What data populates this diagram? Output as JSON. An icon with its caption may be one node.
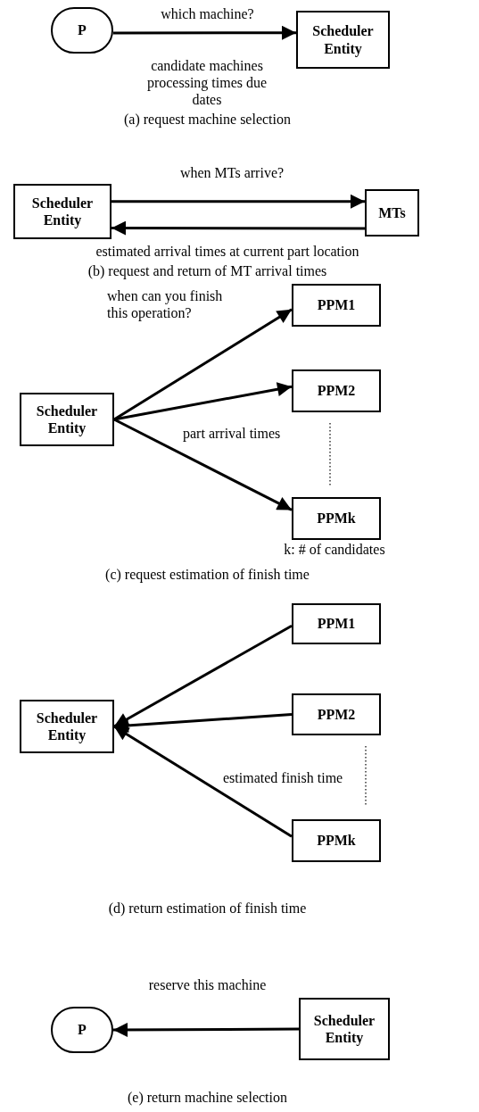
{
  "diagram": {
    "nodes": [
      {
        "text": [
          "P"
        ]
      },
      {
        "text": [
          "Scheduler Entity"
        ]
      },
      {
        "text": [
          "Scheduler Entity"
        ]
      },
      {
        "text": [
          "MTs"
        ]
      },
      {
        "text": [
          "Scheduler Entity"
        ]
      },
      {
        "text": [
          "PPM1"
        ]
      },
      {
        "text": [
          "PPM2"
        ]
      },
      {
        "text": [
          "PPMk"
        ]
      },
      {
        "text": [
          "Scheduler Entity"
        ]
      },
      {
        "text": [
          "PPM1"
        ]
      },
      {
        "text": [
          "PPM2"
        ]
      },
      {
        "text": [
          "PPMk"
        ]
      },
      {
        "text": [
          "P"
        ]
      },
      {
        "text": [
          "Scheduler Entity"
        ]
      }
    ],
    "edges": [
      {
        "from": 0,
        "to": 1,
        "arrow": "to",
        "label": "which machine?"
      },
      {
        "from": 2,
        "to": 3,
        "arrow": "to",
        "label": "when MTs arrive?"
      },
      {
        "from": 3,
        "to": 2,
        "arrow": "to"
      },
      {
        "from": 4,
        "to": 5,
        "arrow": "to"
      },
      {
        "from": 4,
        "to": 6,
        "arrow": "to"
      },
      {
        "from": 4,
        "to": 7,
        "arrow": "to"
      },
      {
        "from": 9,
        "to": 8,
        "arrow": "to"
      },
      {
        "from": 10,
        "to": 8,
        "arrow": "to"
      },
      {
        "from": 11,
        "to": 8,
        "arrow": "to"
      },
      {
        "from": 13,
        "to": 12,
        "arrow": "to",
        "label": "reserve this machine"
      }
    ],
    "labels": [
      "candidate machines processing times due dates",
      "(a) request machine selection",
      "estimated arrival times at current part location",
      "(b) request and return of MT arrival times",
      "when can you finish this operation?",
      "part arrival times",
      "k: # of candidates",
      "(c) request estimation of finish time",
      "estimated finish time",
      "(d) return estimation of finish time",
      "(e) return machine selection"
    ]
  }
}
